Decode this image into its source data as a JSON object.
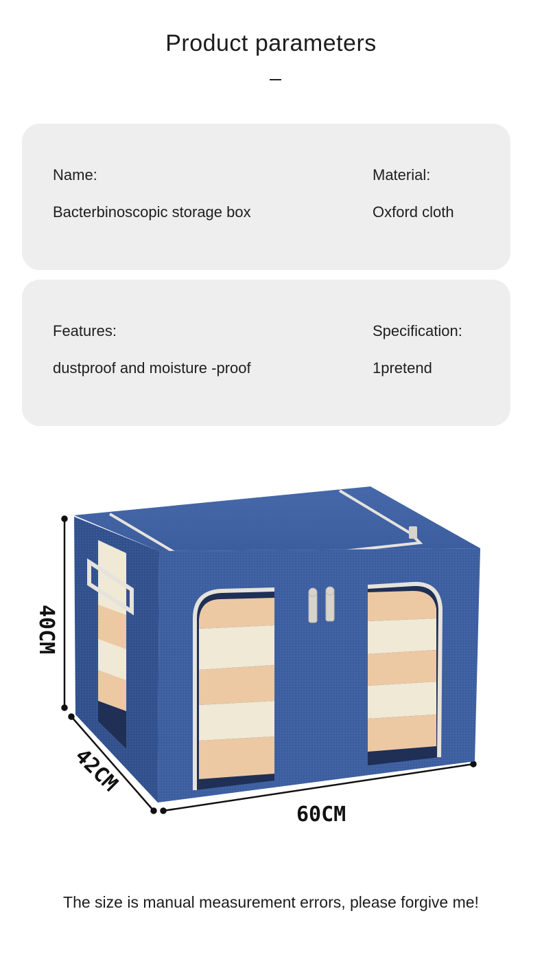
{
  "header": {
    "title": "Product parameters",
    "dash": "–"
  },
  "params": [
    {
      "left_label": "Name:",
      "left_value": "Bacterbinoscopic storage box",
      "right_label": "Material:",
      "right_value": "Oxford cloth"
    },
    {
      "left_label": "Features:",
      "left_value": "dustproof and moisture -proof",
      "right_label": "Specification:",
      "right_value": "1pretend"
    }
  ],
  "dimensions": {
    "height": "40CM",
    "depth": "42CM",
    "width": "60CM"
  },
  "colors": {
    "box_blue": "#3d5e9e",
    "box_blue_dark": "#2e4a82",
    "zipper": "#e6e3dc",
    "cloth_beige": "#ecc9a3",
    "cloth_cream": "#efe9d6"
  },
  "footer": {
    "note": "The size is manual measurement errors, please forgive me!"
  }
}
